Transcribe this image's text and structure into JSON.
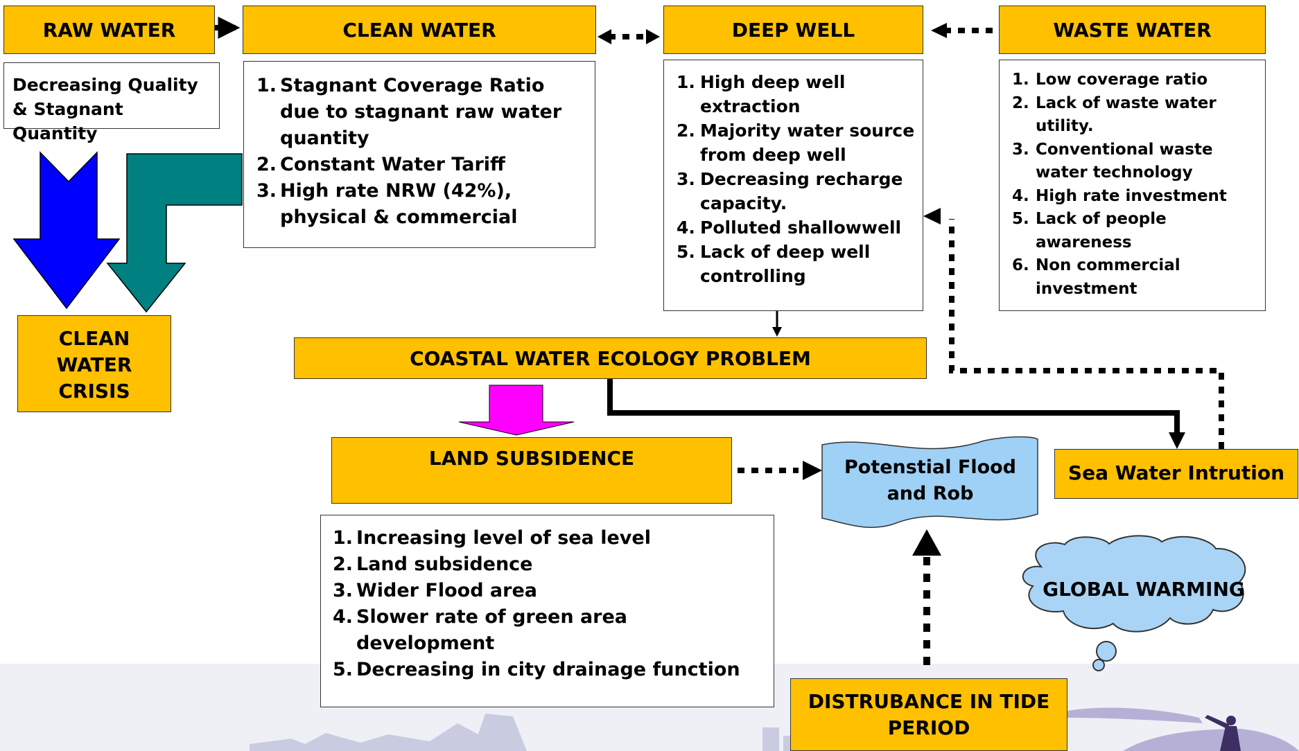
{
  "nodes": {
    "raw_water": "RAW WATER",
    "clean_water": "CLEAN WATER",
    "deep_well": "DEEP WELL",
    "waste_water": "WASTE WATER",
    "raw_water_desc": "Decreasing Quality & Stagnant Quantity",
    "clean_water_crisis": "CLEAN WATER CRISIS",
    "coastal_problem": "COASTAL WATER ECOLOGY  PROBLEM",
    "land_subsidence": "LAND SUBSIDENCE",
    "potential_flood": "Potenstial Flood and Rob",
    "sea_water_intrusion": "Sea Water Intrution",
    "global_warming": "GLOBAL WARMING",
    "tide_disturbance": "DISTRUBANCE IN  TIDE PERIOD"
  },
  "clean_water_items": [
    "Stagnant Coverage Ratio due to stagnant raw water quantity",
    "Constant Water Tariff",
    "High rate NRW (42%), physical & commercial"
  ],
  "deep_well_items": [
    "High deep well extraction",
    "Majority water source from deep well",
    "Decreasing recharge capacity.",
    "Polluted shallowwell",
    "Lack of deep well controlling"
  ],
  "waste_water_items": [
    "Low coverage ratio",
    "Lack of waste water utility.",
    "Conventional waste water technology",
    "High rate investment",
    "Lack of people awareness",
    "Non commercial investment"
  ],
  "land_subsidence_items": [
    "Increasing level of sea level",
    "Land subsidence",
    "Wider Flood area",
    "Slower rate of green area development",
    "Decreasing in city drainage function"
  ],
  "colors": {
    "box_yellow": "#ffc000",
    "arrow_blue": "#0000ff",
    "arrow_teal": "#008080",
    "arrow_magenta": "#ff00ff",
    "flood_blue": "#9fd0f5",
    "cloud_blue": "#a9d4f5"
  }
}
